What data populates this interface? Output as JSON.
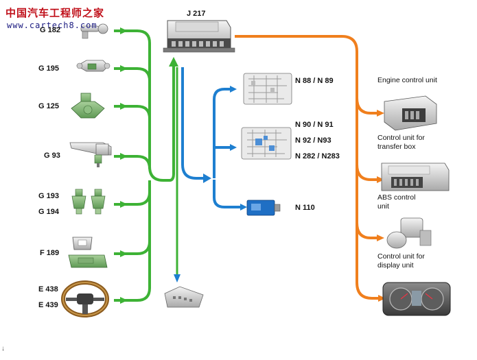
{
  "watermark": {
    "title": "中国汽车工程师之家",
    "url": "www.cartech8.com"
  },
  "sensors": {
    "g182": "G 182",
    "g195": "G 195",
    "g125": "G 125",
    "g93": "G 93",
    "g193": "G 193",
    "g194": "G 194",
    "f189": "F 189",
    "e438": "E 438",
    "e439": "E 439"
  },
  "center": {
    "j217": "J 217"
  },
  "actuators": {
    "n88_n89": "N 88 / N 89",
    "n90_n91": "N 90 / N 91",
    "n92_n93": "N 92 / N93",
    "n282_n283": "N 282 / N283",
    "n110": "N 110"
  },
  "outputs": {
    "engine": "Engine control unit",
    "transfer": "Control unit for\ntransfer box",
    "abs": "ABS control\nunit",
    "display": "Control unit for\ndisplay unit"
  },
  "footer_mark": "↓",
  "colors": {
    "input_bus": "#3db235",
    "output_bus": "#f07f1d",
    "actuator_bus": "#1e7fd0"
  },
  "icons": [
    "g182-sensor-icon",
    "g195-sensor-icon",
    "g125-sensor-icon",
    "g93-sensor-icon",
    "g193-g194-sensor-icon",
    "f189-switch-icon",
    "steering-wheel-icon",
    "j217-control-unit-icon",
    "valve-body-icon",
    "n110-solenoid-icon",
    "engine-ecu-icon",
    "transfer-box-unit-icon",
    "abs-unit-icon",
    "instrument-cluster-icon",
    "diagnostic-connector-icon"
  ]
}
